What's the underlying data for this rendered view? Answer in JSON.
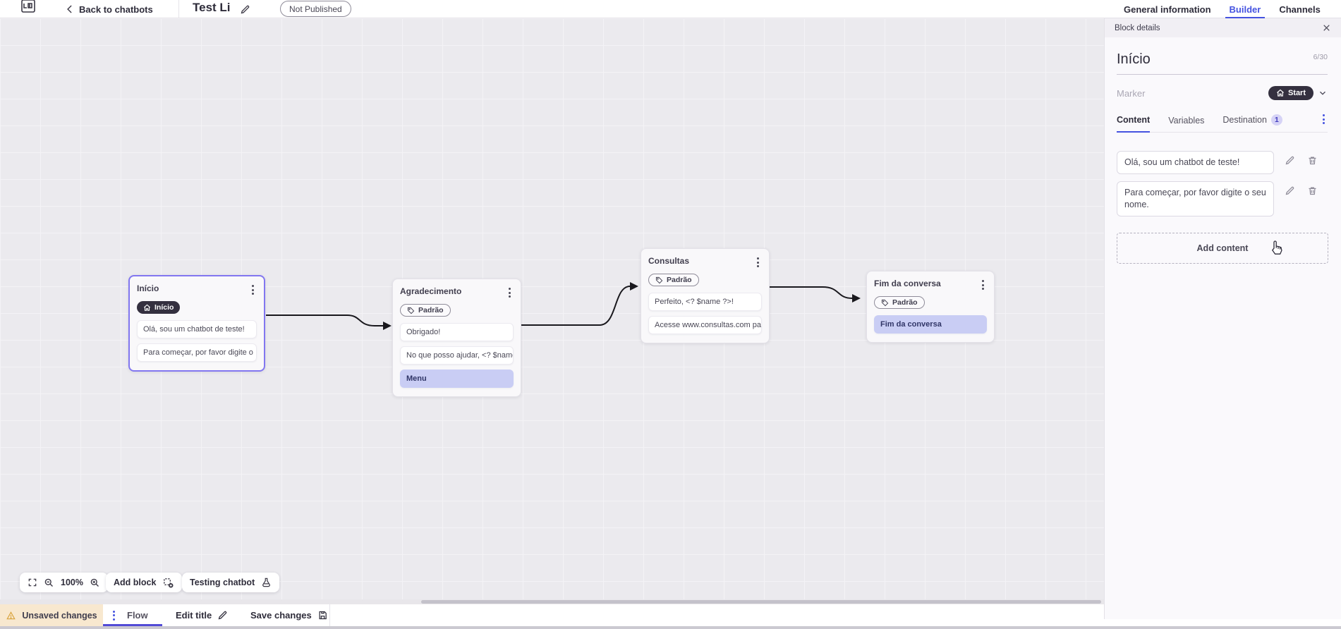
{
  "topbar": {
    "back_label": "Back to chatbots",
    "bot_title": "Test Li",
    "status_badge": "Not Published",
    "tabs": [
      {
        "label": "General information",
        "active": false
      },
      {
        "label": "Builder",
        "active": true
      },
      {
        "label": "Channels",
        "active": false
      }
    ]
  },
  "canvas": {
    "nodes": [
      {
        "title": "Início",
        "badge": "Início",
        "badge_icon": "home-icon",
        "selected": true,
        "rows": [
          {
            "text": "Olá, sou um chatbot de teste!"
          },
          {
            "text": "Para começar, por favor digite o ..."
          }
        ]
      },
      {
        "title": "Agradecimento",
        "badge": "Padrão",
        "badge_icon": "tag-icon",
        "rows": [
          {
            "text": "Obrigado!"
          },
          {
            "text": "No que posso ajudar, <? $name ..."
          },
          {
            "text": "Menu",
            "highlight": true
          }
        ]
      },
      {
        "title": "Consultas",
        "badge": "Padrão",
        "badge_icon": "tag-icon",
        "rows": [
          {
            "text": "Perfeito, <? $name ?>!"
          },
          {
            "text": "Acesse www.consultas.com par..."
          }
        ]
      },
      {
        "title": "Fim da conversa",
        "badge": "Padrão",
        "badge_icon": "tag-icon",
        "rows": [
          {
            "text": "Fim da conversa",
            "highlight": true
          }
        ]
      }
    ],
    "controls": {
      "zoom_level": "100%",
      "add_block_label": "Add block",
      "testing_label": "Testing chatbot"
    }
  },
  "panel": {
    "header": "Block details",
    "block_name": "Início",
    "char_count": "6/30",
    "marker_label": "Marker",
    "marker_value": "Start",
    "tabs": [
      {
        "label": "Content",
        "active": true
      },
      {
        "label": "Variables",
        "active": false
      },
      {
        "label": "Destination",
        "active": false,
        "badge": "1"
      }
    ],
    "content_items": [
      "Olá, sou um chatbot de teste!",
      "Para começar, por favor digite o seu nome."
    ],
    "add_content_label": "Add content"
  },
  "bottombar": {
    "unsaved_label": "Unsaved changes",
    "flow_tab_label": "Flow",
    "edit_title_label": "Edit title",
    "save_label": "Save changes"
  },
  "colors": {
    "accent": "#4553e0",
    "dark_pill": "#34303f",
    "highlight_row": "#c9cdf4",
    "selection_border": "#8277f0",
    "warning_bg": "#f8e8cf",
    "warning_icon": "#d9a33c",
    "canvas_bg": "#ebeaee"
  }
}
